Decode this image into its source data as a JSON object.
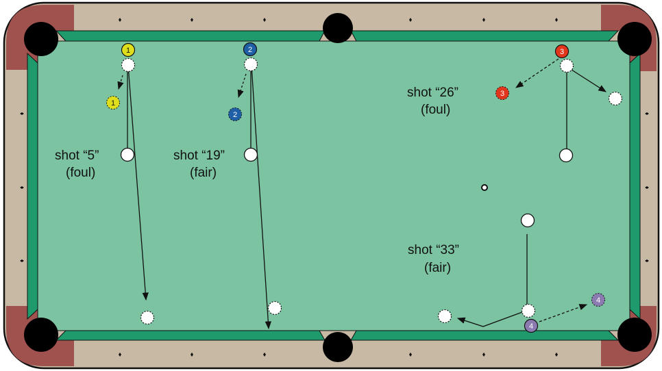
{
  "colors": {
    "rail": "#c8b9a4",
    "cushion": "#1f9a6d",
    "felt": "#7cc3a1",
    "corner": "#a0524f",
    "pocket": "#000000",
    "cue_ball": "#ffffff",
    "ball_1": "#dede1b",
    "ball_2": "#1f5fa6",
    "ball_3": "#e2361c",
    "ball_4": "#8b7bb0"
  },
  "icons": {
    "pocket": "pocket-icon",
    "diamond": "diamond-sight-icon",
    "spot": "center-spot-icon"
  },
  "balls": {
    "b1": "1",
    "b2": "2",
    "b3": "3",
    "b4": "4"
  },
  "shots": [
    {
      "name": "shot “5”",
      "verdict": "(foul)"
    },
    {
      "name": "shot “19”",
      "verdict": "(fair)"
    },
    {
      "name": "shot “26”",
      "verdict": "(foul)"
    },
    {
      "name": "shot “33”",
      "verdict": "(fair)"
    }
  ]
}
